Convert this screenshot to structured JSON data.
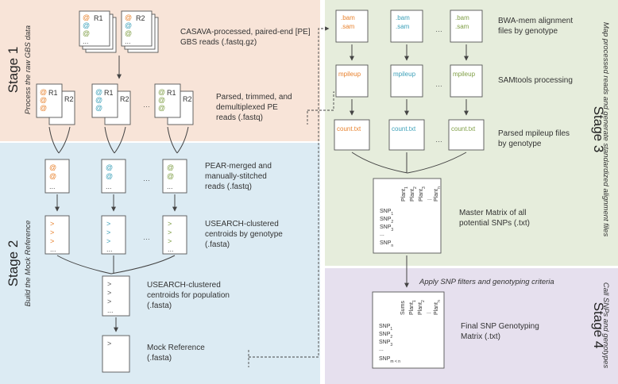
{
  "colors": {
    "stage1_bg": "#f8e4d8",
    "stage2_bg": "#dcebf3",
    "stage3_bg": "#e6eddc",
    "stage4_bg": "#e6e0ee",
    "orange": "#e8822e",
    "teal": "#3a9fb8",
    "green": "#7f9e45",
    "gray": "#888888"
  },
  "stages": {
    "s1": {
      "title": "Stage 1",
      "subtitle": "Process the raw GBS data"
    },
    "s2": {
      "title": "Stage 2",
      "subtitle": "Build the Mock Reference"
    },
    "s3": {
      "title": "Stage 3",
      "subtitle": "Map processed reads and generate standardized alignment files"
    },
    "s4": {
      "title": "Stage 4",
      "subtitle": "Call SNPs and genotypes"
    }
  },
  "labels": {
    "raw": [
      "CASAVA-processed, paired-end [PE]",
      "GBS reads (.fastq.gz)"
    ],
    "parsed": [
      "Parsed, trimmed, and",
      "demultiplexed PE",
      "reads (.fastq)"
    ],
    "pear": [
      "PEAR-merged and",
      "manually-stitched",
      "reads (.fastq)"
    ],
    "usearch_geno": [
      "USEARCH-clustered",
      "centroids by genotype",
      "(.fasta)"
    ],
    "usearch_pop": [
      "USEARCH-clustered",
      "centroids for population",
      "(.fasta)"
    ],
    "mock": [
      "Mock Reference",
      "(.fasta)"
    ],
    "bwa": [
      "BWA-mem alignment",
      "files by genotype"
    ],
    "samtools": [
      "SAMtools processing"
    ],
    "mpileup_files": [
      "Parsed mpileup files",
      "by genotype"
    ],
    "master": [
      "Master Matrix of all",
      "potential SNPs (.txt)"
    ],
    "filter": "Apply SNP filters and genotyping criteria",
    "final": [
      "Final SNP Genotyping",
      "Matrix (.txt)"
    ]
  },
  "file_text": {
    "r1": "R1",
    "r2": "R2",
    "at": "@",
    "gt": ">",
    "ell": "...",
    "gap": "…",
    "bam": ".bam",
    "sam": ".sam",
    "mpileup": "mpileup",
    "count": "count.txt"
  },
  "matrix": {
    "plants": [
      "Plant",
      "Plant",
      "Plant",
      "Plant"
    ],
    "plant_subs": [
      "1",
      "2",
      "3",
      "n"
    ],
    "snps": [
      "SNP",
      "SNP",
      "SNP",
      "SNP"
    ],
    "snp_subs": [
      "1",
      "2",
      "3",
      "n"
    ],
    "final_cols": [
      "Sums",
      "Plant",
      "Plant",
      "Plant"
    ],
    "final_col_subs": [
      "",
      "1",
      "2",
      "n"
    ],
    "final_snp_subs": [
      "1",
      "2",
      "3",
      "m < n"
    ]
  }
}
